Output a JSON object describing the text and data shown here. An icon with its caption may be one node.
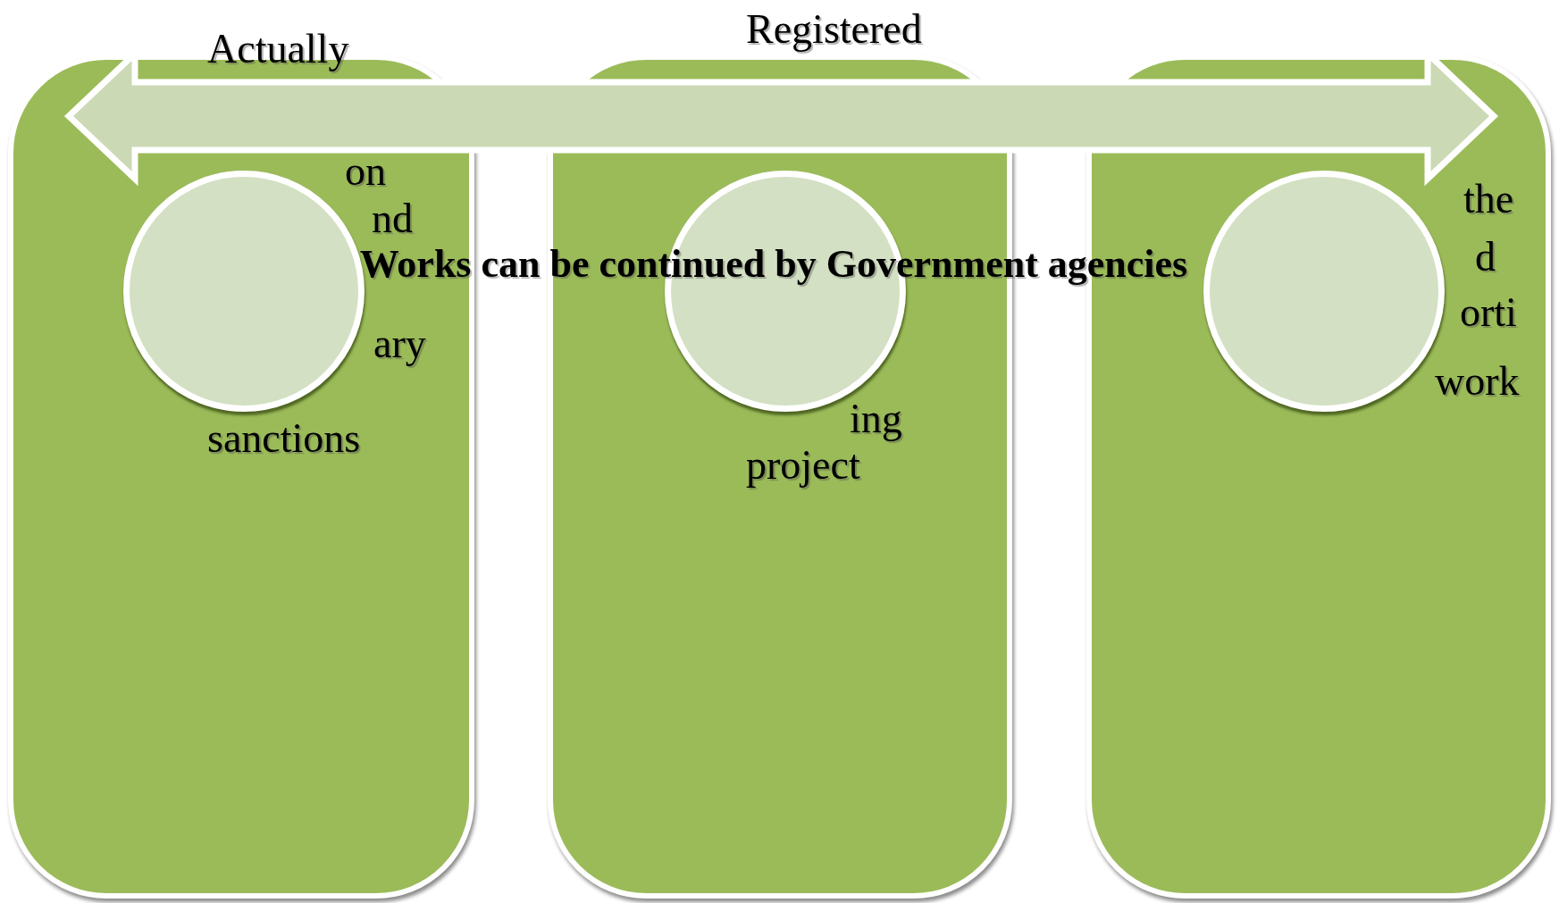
{
  "diagram": {
    "nodes": [
      {
        "text": [
          "Actually",
          "on",
          "nd",
          "ary",
          "sanctions"
        ]
      },
      {
        "text": [
          "Registered",
          "ing",
          "project"
        ]
      },
      {
        "text": [
          "the",
          "d",
          "orti",
          "work"
        ]
      },
      {
        "text": [],
        "shape": "circle",
        "in": 0
      },
      {
        "text": [],
        "shape": "circle",
        "in": 1
      },
      {
        "text": [],
        "shape": "circle",
        "in": 2
      }
    ],
    "edges": [
      {
        "from": 0,
        "to": 2,
        "arrow": "both",
        "style": "thick"
      }
    ],
    "labels": [
      "Works can be continued by Government agencies"
    ]
  }
}
